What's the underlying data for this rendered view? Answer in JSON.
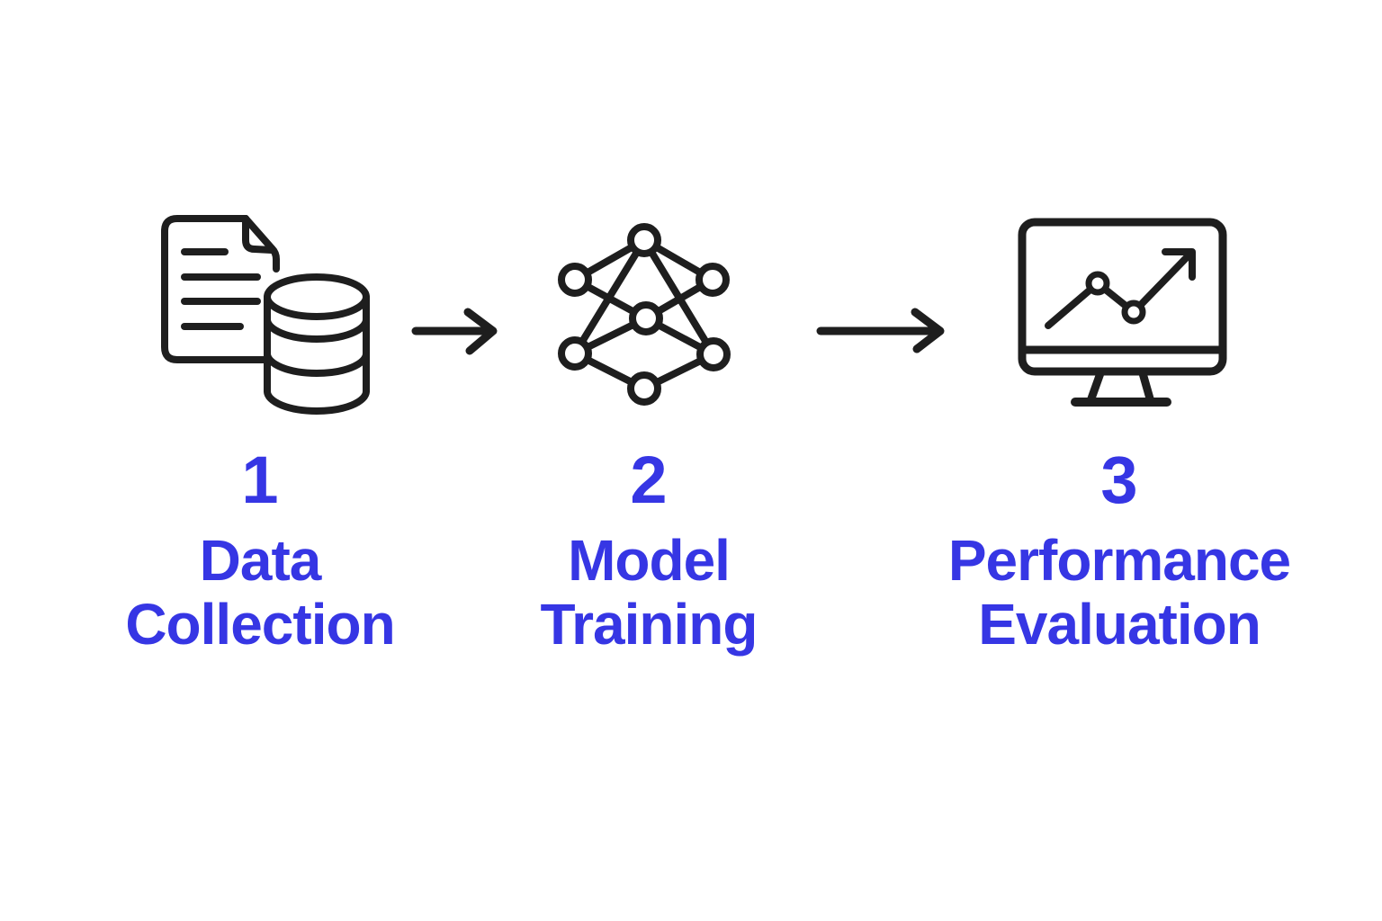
{
  "colors": {
    "accent_blue": "#3636e4",
    "icon_ink": "#1e1e1e",
    "background": "#ffffff"
  },
  "diagram": {
    "type": "horizontal-process-flow",
    "steps": [
      {
        "number": "1",
        "label_line1": "Data",
        "label_line2": "Collection",
        "icon": "document-database-icon"
      },
      {
        "number": "2",
        "label_line1": "Model",
        "label_line2": "Training",
        "icon": "neural-network-icon"
      },
      {
        "number": "3",
        "label_line1": "Performance",
        "label_line2": "Evaluation",
        "icon": "monitor-chart-icon"
      }
    ],
    "connectors": [
      {
        "name": "arrow-right",
        "from": "Data Collection",
        "to": "Model Training"
      },
      {
        "name": "arrow-right",
        "from": "Model Training",
        "to": "Performance Evaluation"
      }
    ]
  }
}
